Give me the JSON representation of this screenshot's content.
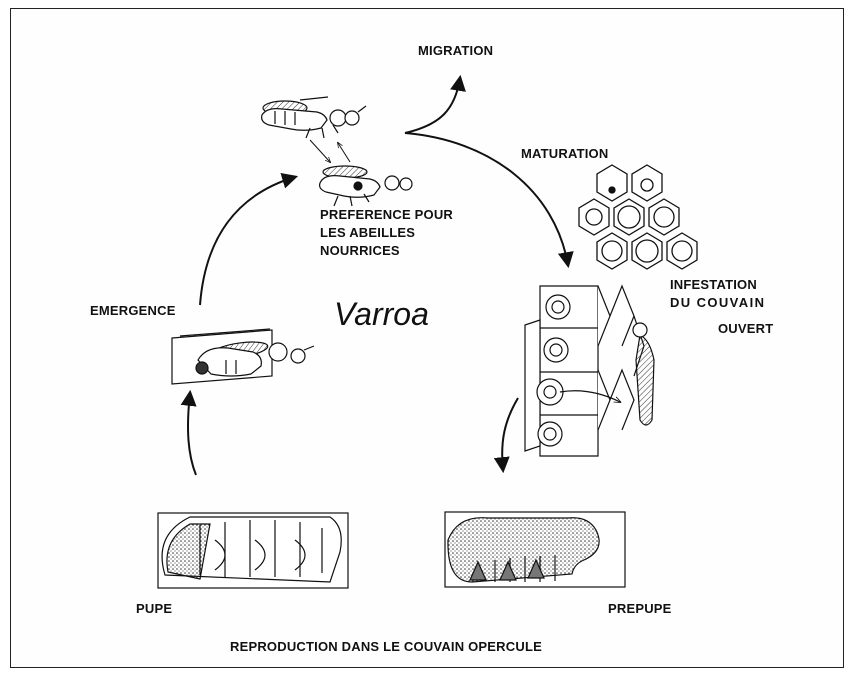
{
  "title": "Varroa",
  "labels": {
    "migration": "MIGRATION",
    "maturation": "MATURATION",
    "preference_line1": "PREFERENCE POUR",
    "preference_line2": "LES ABEILLES",
    "preference_line3": "NOURRICES",
    "emergence": "EMERGENCE",
    "infestation_line1": "INFESTATION",
    "infestation_line2": "DU COUVAIN",
    "infestation_line3": "OUVERT",
    "pupe": "PUPE",
    "prepupe": "PREPUPE",
    "reproduction": "REPRODUCTION DANS LE COUVAIN OPERCULE"
  },
  "colors": {
    "ink": "#111111",
    "paper": "#ffffff"
  },
  "icons": [
    "adult-bee-icon",
    "nurse-bee-icon",
    "emerging-bee-icon",
    "brood-cells-icon",
    "capped-cells-icon",
    "pupa-icon",
    "prepupa-icon"
  ]
}
